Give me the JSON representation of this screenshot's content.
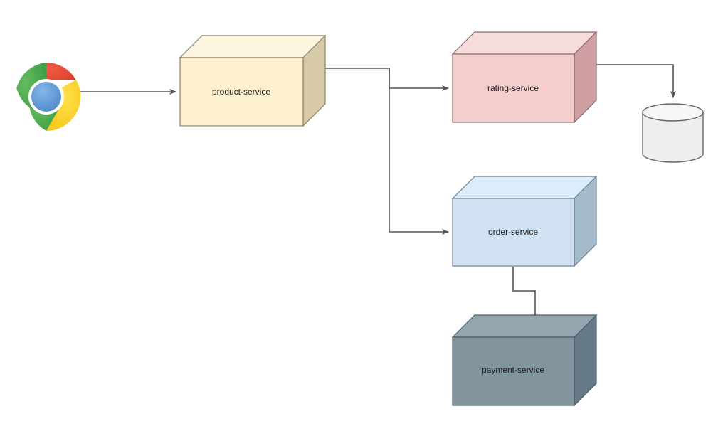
{
  "diagram": {
    "title": "microservices-architecture",
    "background": "#ffffff",
    "edge_color": "#666666",
    "text_color": "#1a1a1a"
  },
  "client": {
    "name": "chrome-browser",
    "label": "",
    "colors": {
      "red": "#e0452c",
      "green": "#4caf50",
      "yellow": "#fdd734",
      "blue": "#5a9ae0",
      "ring": "#ffffff"
    }
  },
  "nodes": [
    {
      "id": "product-service",
      "label": "product-service",
      "shape": "cube",
      "front": "#fdf0ce",
      "top": "#fcf5e0",
      "side": "#d6cba6",
      "stroke": "#8a8468"
    },
    {
      "id": "rating-service",
      "label": "rating-service",
      "shape": "cube",
      "front": "#f4cdcd",
      "top": "#f7dcdc",
      "side": "#cfa0a3",
      "stroke": "#8a6a6c"
    },
    {
      "id": "order-service",
      "label": "order-service",
      "shape": "cube",
      "front": "#d1e3f3",
      "top": "#dcecf8",
      "side": "#a4bacd",
      "stroke": "#6f7f8f"
    },
    {
      "id": "payment-service",
      "label": "payment-service",
      "shape": "cube",
      "front": "#82959f",
      "top": "#93a5ae",
      "side": "#657a86",
      "stroke": "#4e5e68"
    },
    {
      "id": "ratings-database",
      "label": "",
      "shape": "cylinder",
      "front": "#efefef",
      "top": "#f6f6f6",
      "side": "#efefef",
      "stroke": "#666666"
    }
  ],
  "edges": [
    {
      "id": "browser-to-product",
      "from": "chrome-browser",
      "to": "product-service",
      "arrow": true
    },
    {
      "id": "product-to-rating",
      "from": "product-service",
      "to": "rating-service",
      "arrow": true
    },
    {
      "id": "product-to-order",
      "from": "product-service",
      "to": "order-service",
      "arrow": true
    },
    {
      "id": "rating-to-database",
      "from": "rating-service",
      "to": "ratings-database",
      "arrow": true
    },
    {
      "id": "order-to-payment",
      "from": "order-service",
      "to": "payment-service",
      "arrow": true
    }
  ]
}
